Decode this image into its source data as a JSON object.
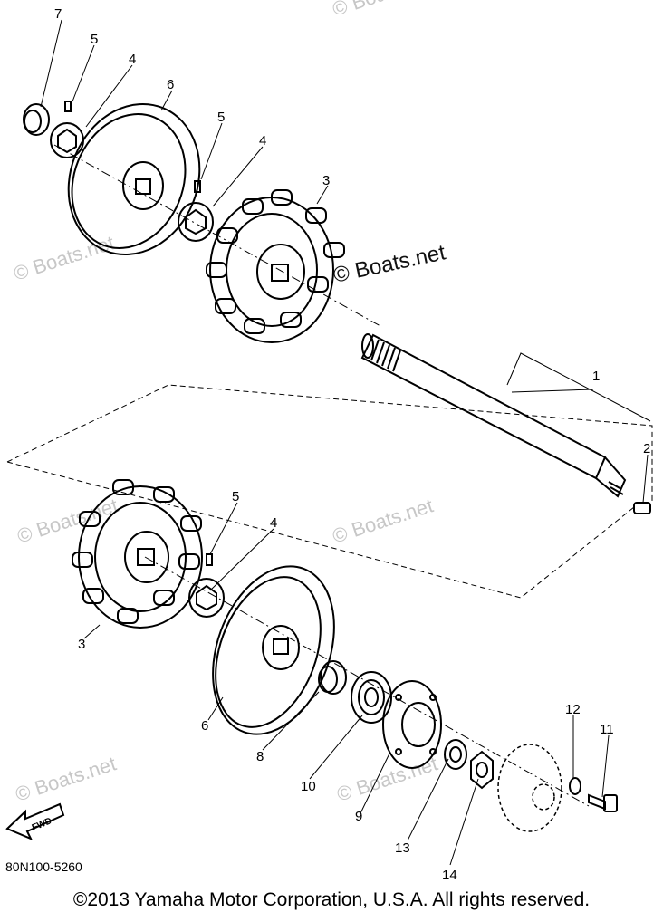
{
  "watermark": {
    "main": "© Boats.net",
    "faint": "© Boats.net"
  },
  "callouts": [
    "7",
    "5",
    "4",
    "6",
    "5",
    "4",
    "3",
    "1",
    "2",
    "3",
    "5",
    "4",
    "3",
    "6",
    "8",
    "10",
    "9",
    "13",
    "14",
    "12",
    "11"
  ],
  "fwd_label": "FWD",
  "part_code": "80N100-5260",
  "copyright": "©2013 Yamaha Motor Corporation, U.S.A. All rights reserved."
}
